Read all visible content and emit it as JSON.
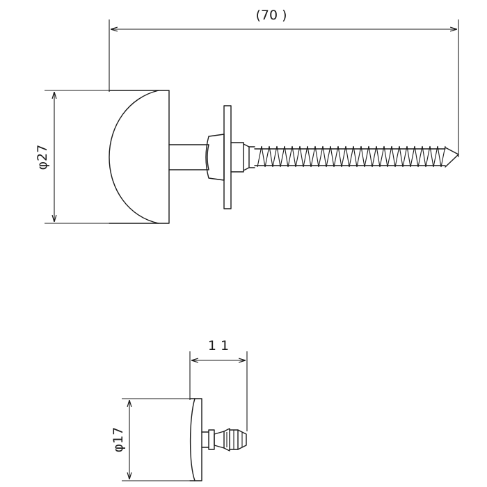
{
  "drawing": {
    "top_view": {
      "length_label": "(70 )",
      "diameter_label": "φ27"
    },
    "bottom_view": {
      "depth_label": "1 1",
      "diameter_label": "φ17"
    }
  }
}
